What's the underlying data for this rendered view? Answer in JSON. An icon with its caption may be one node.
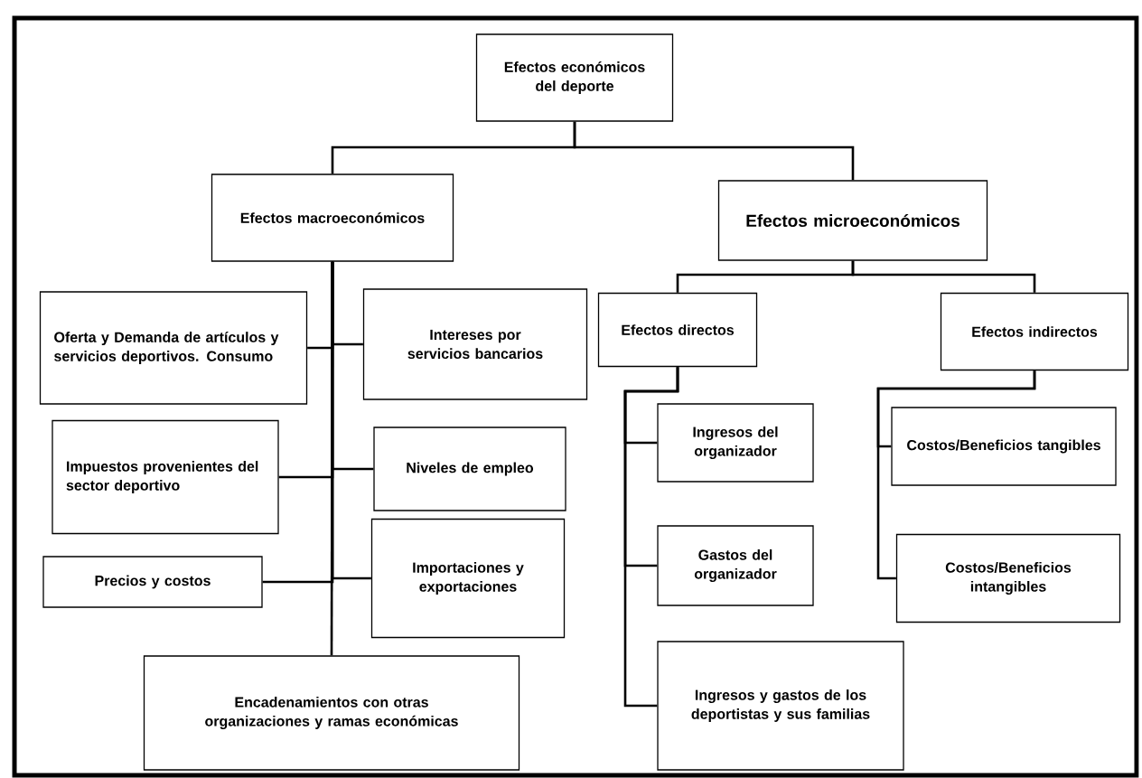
{
  "diagram": {
    "nodes": [
      {
        "text": [
          "Efectos económicos del deporte"
        ]
      },
      {
        "text": [
          "Efectos macroeconómicos"
        ]
      },
      {
        "text": [
          "Efectos microeconómicos"
        ]
      },
      {
        "text": [
          "Oferta y Demanda de artículos y servicios deportivos. Consumo"
        ]
      },
      {
        "text": [
          "Intereses por servicios bancarios"
        ]
      },
      {
        "text": [
          "Efectos directos"
        ]
      },
      {
        "text": [
          "Efectos indirectos"
        ]
      },
      {
        "text": [
          "Impuestos provenientes del sector deportivo"
        ]
      },
      {
        "text": [
          "Niveles de empleo"
        ]
      },
      {
        "text": [
          "Costos/Beneficios tangibles"
        ]
      },
      {
        "text": [
          "Ingresos del organizador"
        ]
      },
      {
        "text": [
          "Precios y costos"
        ]
      },
      {
        "text": [
          "Importaciones y exportaciones"
        ]
      },
      {
        "text": [
          "Gastos del organizador"
        ]
      },
      {
        "text": [
          "Costos/Beneficios intangibles"
        ]
      },
      {
        "text": [
          "Encadenamientos con otras organizaciones y ramas económicas"
        ]
      },
      {
        "text": [
          "Ingresos y gastos de los deportistas y sus familias"
        ]
      }
    ],
    "edges": [
      {
        "from": 0,
        "to": 1,
        "arrow": "none"
      },
      {
        "from": 0,
        "to": 2,
        "arrow": "none"
      },
      {
        "from": 1,
        "to": 3,
        "arrow": "none"
      },
      {
        "from": 1,
        "to": 4,
        "arrow": "none"
      },
      {
        "from": 1,
        "to": 7,
        "arrow": "none"
      },
      {
        "from": 1,
        "to": 8,
        "arrow": "none"
      },
      {
        "from": 1,
        "to": 11,
        "arrow": "none"
      },
      {
        "from": 1,
        "to": 12,
        "arrow": "none"
      },
      {
        "from": 1,
        "to": 15,
        "arrow": "none"
      },
      {
        "from": 2,
        "to": 5,
        "arrow": "none"
      },
      {
        "from": 2,
        "to": 6,
        "arrow": "none"
      },
      {
        "from": 5,
        "to": 10,
        "arrow": "none"
      },
      {
        "from": 5,
        "to": 13,
        "arrow": "none"
      },
      {
        "from": 5,
        "to": 16,
        "arrow": "none"
      },
      {
        "from": 6,
        "to": 9,
        "arrow": "none"
      },
      {
        "from": 6,
        "to": 14,
        "arrow": "none"
      }
    ]
  }
}
